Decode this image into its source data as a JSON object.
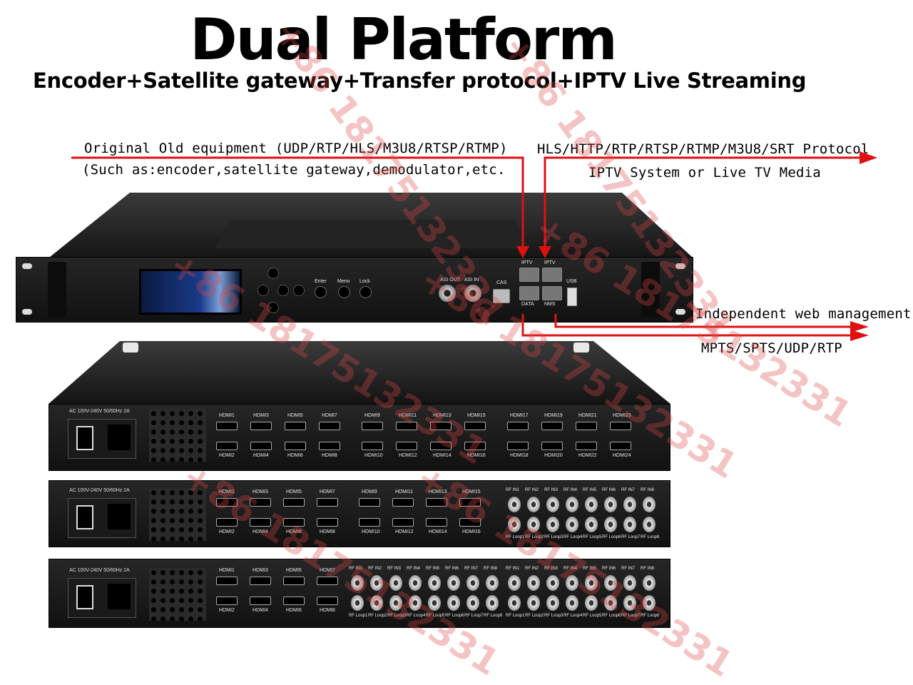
{
  "header": {
    "title": "Dual Platform",
    "subtitle": "Encoder+Satellite gateway+Transfer protocol+IPTV Live Streaming"
  },
  "annotations": {
    "input_line1": "Original Old equipment (UDP/RTP/HLS/M3U8/RTSP/RTMP)",
    "input_line2": "(Such as:encoder,satellite gateway,demodulator,etc.",
    "output_line1": "HLS/HTTP/RTP/RTSP/RTMP/M3U8/SRT Protocol",
    "output_line2": "IPTV System or Live TV Media",
    "web_mgmt": "Independent web management",
    "mpts": "MPTS/SPTS/UDP/RTP"
  },
  "front_panel": {
    "buttons": [
      "Enter",
      "Menu",
      "Lock"
    ],
    "asi_out": "ASI OUT",
    "asi_in": "ASI IN",
    "cas": "CAS",
    "iptv1": "IPTV",
    "iptv2": "IPTV",
    "data": "DATA",
    "nms": "NMS",
    "usb": "USB"
  },
  "rear_panels": {
    "power_label": "AC 100V-240V 50/60Hz 2A",
    "unit1_hdmi_top": [
      "HDMI1",
      "HDMI3",
      "HDMI5",
      "HDMI7",
      "HDMI9",
      "HDMI11",
      "HDMI13",
      "HDMI15",
      "HDMI17",
      "HDMI19",
      "HDMI21",
      "HDMI23"
    ],
    "unit1_hdmi_bottom": [
      "HDMI2",
      "HDMI4",
      "HDMI6",
      "HDMI8",
      "HDMI10",
      "HDMI12",
      "HDMI14",
      "HDMI16",
      "HDMI18",
      "HDMI20",
      "HDMI22",
      "HDMI24"
    ],
    "unit2_hdmi_top": [
      "HDMI1",
      "HDMI3",
      "HDMI5",
      "HDMI7",
      "HDMI9",
      "HDMI11",
      "HDMI13",
      "HDMI15"
    ],
    "unit2_hdmi_bottom": [
      "HDMI2",
      "HDMI4",
      "HDMI6",
      "HDMI8",
      "HDMI10",
      "HDMI12",
      "HDMI14",
      "HDMI16"
    ],
    "unit3_hdmi_top": [
      "HDMI1",
      "HDMI3",
      "HDMI5",
      "HDMI7"
    ],
    "unit3_hdmi_bottom": [
      "HDMI2",
      "HDMI4",
      "HDMI6",
      "HDMI8"
    ],
    "rf_in": [
      "RF IN1",
      "RF IN2",
      "RF IN3",
      "RF IN4",
      "RF IN5",
      "RF IN6",
      "RF IN7",
      "RF IN8"
    ],
    "rf_loop": [
      "RF Loop1",
      "RF Loop2",
      "RF Loop3",
      "RF Loop4",
      "RF Loop5",
      "RF Loop6",
      "RF Loop7",
      "RF Loop8"
    ]
  },
  "watermark": "+86 18175132331",
  "colors": {
    "arrow": "#e01010",
    "chassis": "#1c1c1c"
  }
}
